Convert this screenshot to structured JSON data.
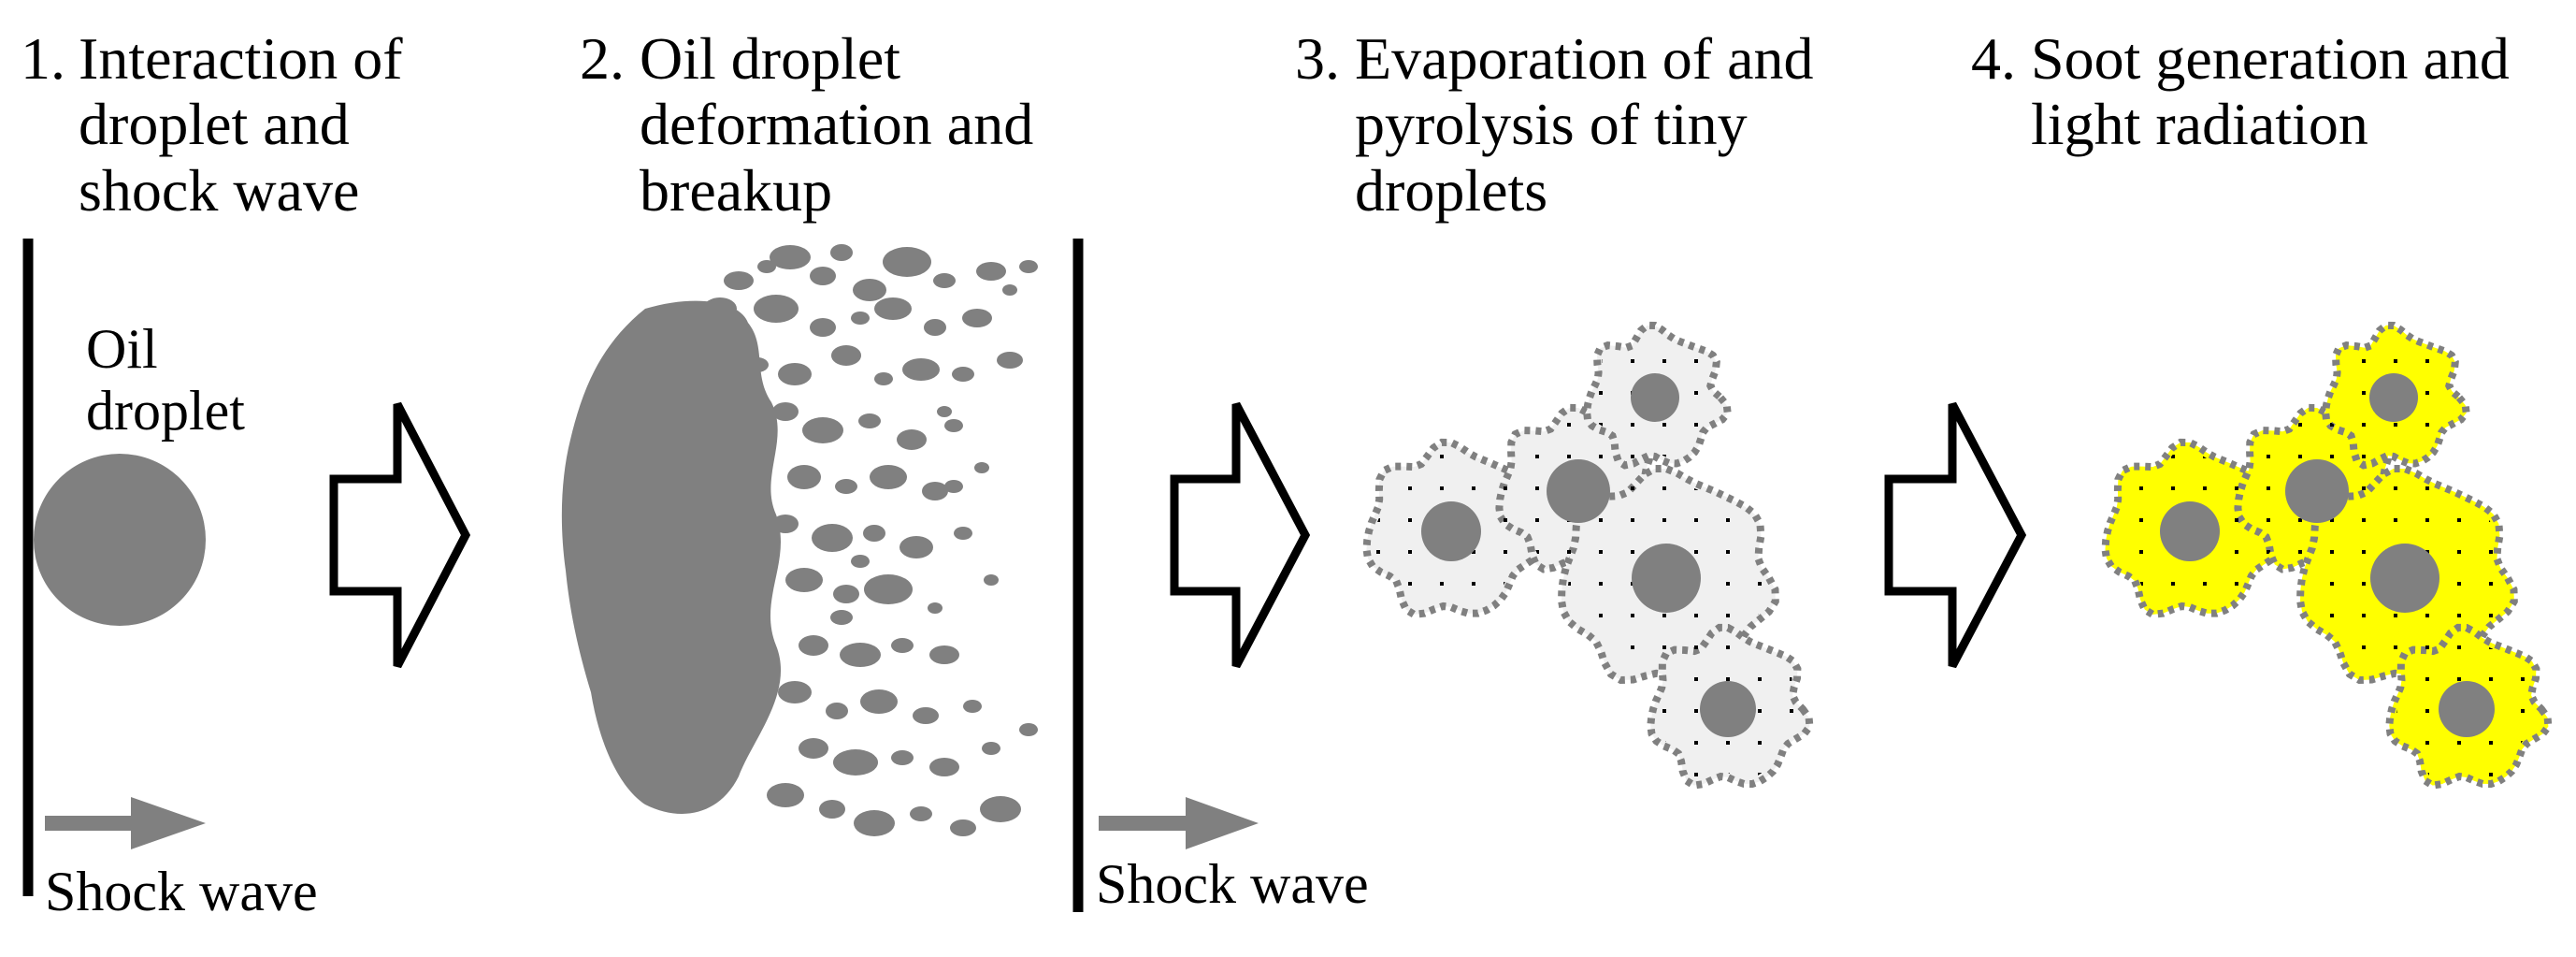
{
  "stages": [
    {
      "number": "1.",
      "title": "Interaction of\ndroplet and\nshock wave"
    },
    {
      "number": "2.",
      "title": "Oil droplet\ndeformation and\nbreakup"
    },
    {
      "number": "3.",
      "title": "Evaporation of and\npyrolysis of tiny\ndroplets"
    },
    {
      "number": "4.",
      "title": "Soot generation and\nlight radiation"
    }
  ],
  "labels": {
    "oil_droplet": "Oil\ndroplet",
    "shock_wave_1": "Shock wave",
    "shock_wave_2": "Shock wave"
  },
  "colors": {
    "droplet": "#808080",
    "vapor_fill": "#f0f0f0",
    "soot_fill": "#ffff00",
    "outline": "#000000"
  },
  "icons": [
    "process-arrow-icon",
    "shock-direction-arrow-icon"
  ]
}
